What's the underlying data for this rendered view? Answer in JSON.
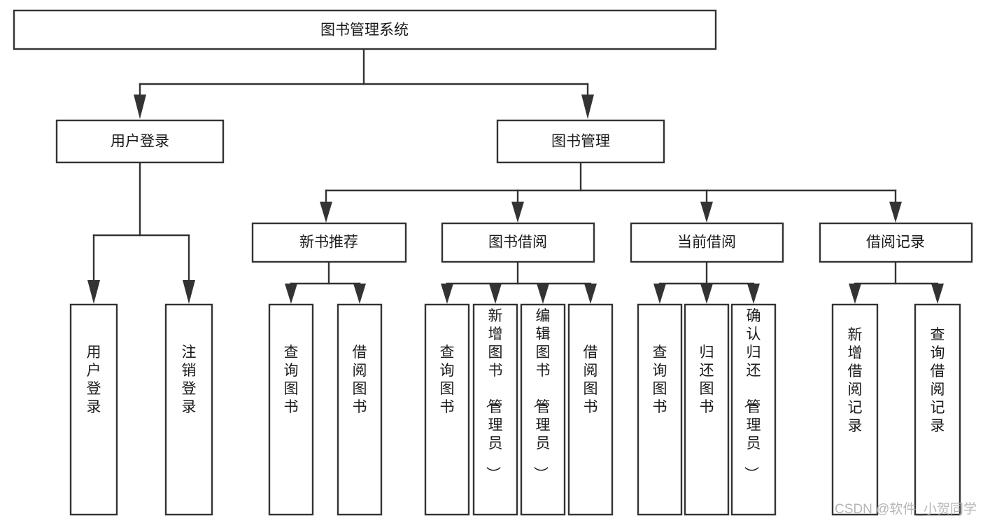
{
  "diagram": {
    "title": "图书管理系统",
    "type": "tree",
    "orientation": "top-down",
    "colors": {
      "box_stroke": "#333333",
      "box_fill": "#ffffff",
      "connector": "#333333",
      "text": "#1a1a1a",
      "background": "#ffffff",
      "watermark": "#b6b6b6"
    },
    "root": {
      "label": "图书管理系统",
      "text_orientation": "horizontal"
    },
    "level1": [
      {
        "label": "用户登录",
        "text_orientation": "horizontal"
      },
      {
        "label": "图书管理",
        "text_orientation": "horizontal"
      }
    ],
    "level2": [
      {
        "label": "新书推荐",
        "text_orientation": "horizontal",
        "parent": "图书管理"
      },
      {
        "label": "图书借阅",
        "text_orientation": "horizontal",
        "parent": "图书管理"
      },
      {
        "label": "当前借阅",
        "text_orientation": "horizontal",
        "parent": "图书管理"
      },
      {
        "label": "借阅记录",
        "text_orientation": "horizontal",
        "parent": "图书管理"
      }
    ],
    "leaves": [
      {
        "label": "用户登录",
        "parent": "用户登录",
        "text_orientation": "vertical"
      },
      {
        "label": "注销登录",
        "parent": "用户登录",
        "text_orientation": "vertical"
      },
      {
        "label": "查询图书",
        "parent": "新书推荐",
        "text_orientation": "vertical"
      },
      {
        "label": "借阅图书",
        "parent": "新书推荐",
        "text_orientation": "vertical"
      },
      {
        "label": "查询图书",
        "parent": "图书借阅",
        "text_orientation": "vertical"
      },
      {
        "label": "新增图书（管理员）",
        "parent": "图书借阅",
        "text_orientation": "vertical"
      },
      {
        "label": "编辑图书（管理员）",
        "parent": "图书借阅",
        "text_orientation": "vertical"
      },
      {
        "label": "借阅图书",
        "parent": "图书借阅",
        "text_orientation": "vertical"
      },
      {
        "label": "查询图书",
        "parent": "当前借阅",
        "text_orientation": "vertical"
      },
      {
        "label": "归还图书",
        "parent": "当前借阅",
        "text_orientation": "vertical"
      },
      {
        "label": "确认归还（管理员）",
        "parent": "当前借阅",
        "text_orientation": "vertical"
      },
      {
        "label": "新增借阅记录",
        "parent": "借阅记录",
        "text_orientation": "vertical"
      },
      {
        "label": "查询借阅记录",
        "parent": "借阅记录",
        "text_orientation": "vertical"
      }
    ]
  },
  "watermark": {
    "text": "CSDN @软件_小贺同学"
  }
}
